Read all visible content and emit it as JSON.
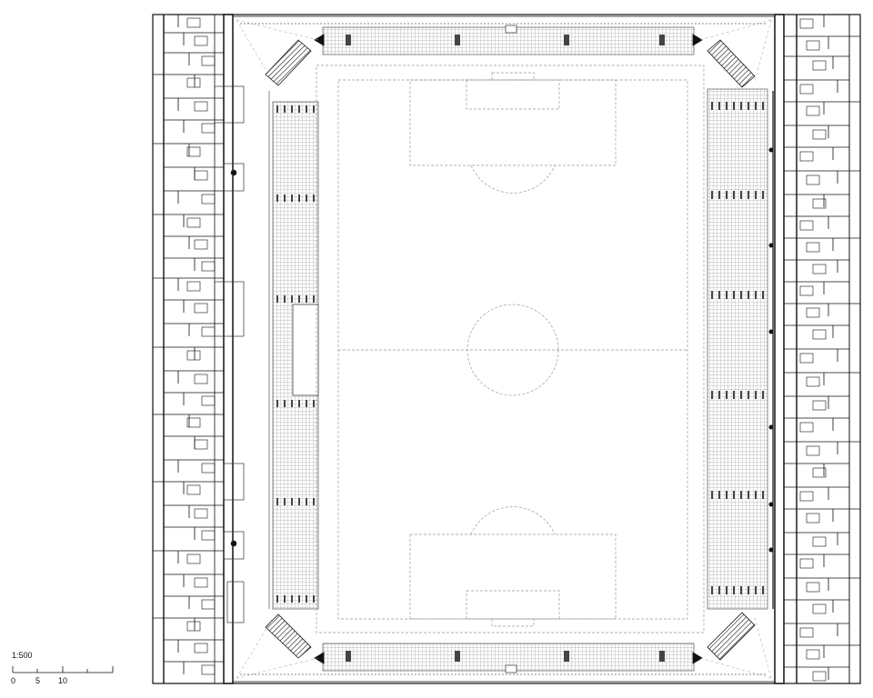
{
  "scale": {
    "ratio": "1:500",
    "ticks": [
      "0",
      "5",
      "10"
    ]
  },
  "colors": {
    "line": "#111111",
    "thin": "#7a7a7a",
    "dash": "#9a9a9a",
    "wall": "#000000"
  }
}
